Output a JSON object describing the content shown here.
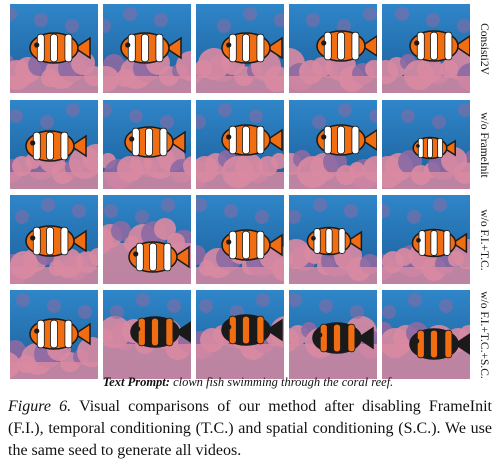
{
  "figure": {
    "row_labels": [
      "Consisti2V",
      "w/o FrameInit",
      "w/o F.I.+T.C.",
      "w/o F.I.+T.C.+S.C."
    ],
    "columns": 5,
    "prompt_label": "Text Prompt:",
    "prompt_text": "clown fish swimming through the coral reef.",
    "caption_label": "Figure 6.",
    "caption_text": "Visual comparisons of our method after disabling FrameInit (F.I.), temporal conditioning (T.C.) and spatial conditioning (S.C.). We use the same seed to generate all videos."
  },
  "colors": {
    "water": "#2f86c8",
    "water_deep": "#1c5e9b",
    "coral_pink": "#d98aa2",
    "coral_purple": "#8c6aa3",
    "fish_orange": "#f06d12",
    "fish_white": "#ffffff",
    "fish_black": "#1a1a1a"
  }
}
